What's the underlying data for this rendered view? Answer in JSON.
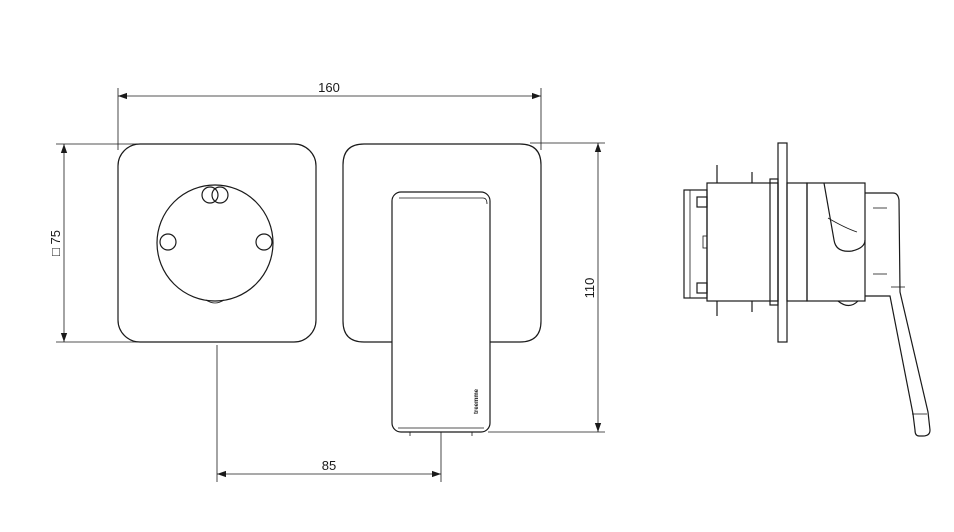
{
  "dimensions": {
    "overall_width": "160",
    "plate_size": "□ 75",
    "height": "110",
    "offset": "85"
  },
  "brand_mark": "treemme",
  "colors": {
    "line": "#1a1a1a",
    "background": "#ffffff"
  }
}
